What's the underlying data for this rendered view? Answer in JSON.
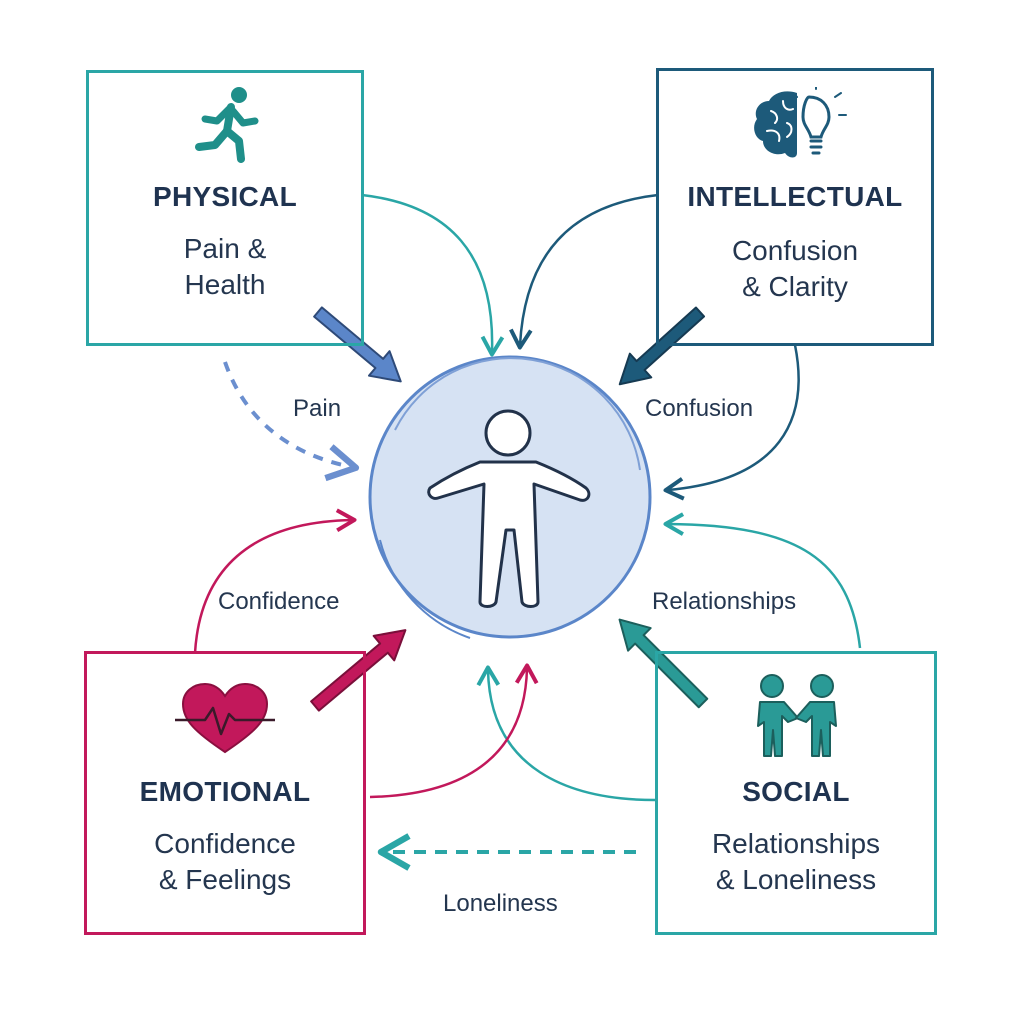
{
  "center": {
    "icon": "person-icon"
  },
  "physical": {
    "title": "PHYSICAL",
    "subtitle_line1": "Pain &",
    "subtitle_line2": "Health",
    "icon": "running-person-icon",
    "color": "#2aa6a6"
  },
  "intellectual": {
    "title": "INTELLECTUAL",
    "subtitle_line1": "Confusion",
    "subtitle_line2": "& Clarity",
    "icon": "brain-lightbulb-icon",
    "color": "#1d5a7a"
  },
  "emotional": {
    "title": "EMOTIONAL",
    "subtitle_line1": "Confidence",
    "subtitle_line2": "& Feelings",
    "icon": "heartbeat-heart-icon",
    "color": "#c2185b"
  },
  "social": {
    "title": "SOCIAL",
    "subtitle_line1": "Relationships",
    "subtitle_line2": "& Loneliness",
    "icon": "two-people-icon",
    "color": "#2aa6a6"
  },
  "labels": {
    "pain": "Pain",
    "confusion": "Confusion",
    "confidence": "Confidence",
    "relationships": "Relationships",
    "loneliness": "Loneliness"
  }
}
